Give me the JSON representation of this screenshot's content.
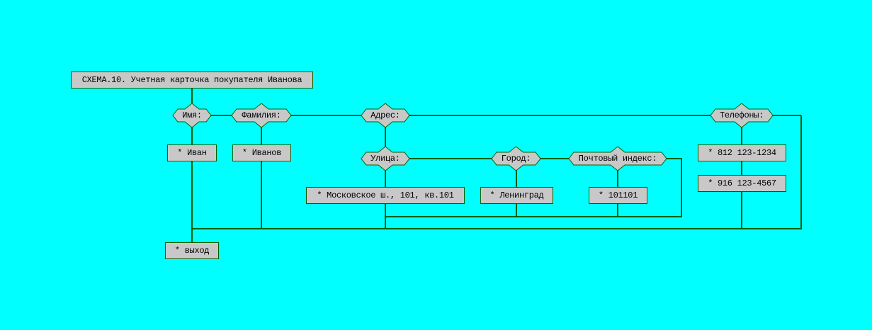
{
  "title": "СХЕМА.10. Учетная карточка покупателя Иванова",
  "fields": {
    "first_name": {
      "label": "Имя:",
      "value": "* Иван"
    },
    "last_name": {
      "label": "Фамилия:",
      "value": "* Иванов"
    },
    "address": {
      "label": "Адрес:"
    },
    "street": {
      "label": "Улица:",
      "value": "* Московское ш., 101, кв.101"
    },
    "city": {
      "label": "Город:",
      "value": "* Ленинград"
    },
    "zip": {
      "label": "Почтовый индекс:",
      "value": "* 101101"
    },
    "phones": {
      "label": "Телефоны:",
      "values": [
        "* 812 123-1234",
        "* 916 123-4567"
      ]
    }
  },
  "exit": "* выход",
  "colors": {
    "background": "#00ffff",
    "node_fill": "#c8c8c8",
    "line": "#006000"
  }
}
